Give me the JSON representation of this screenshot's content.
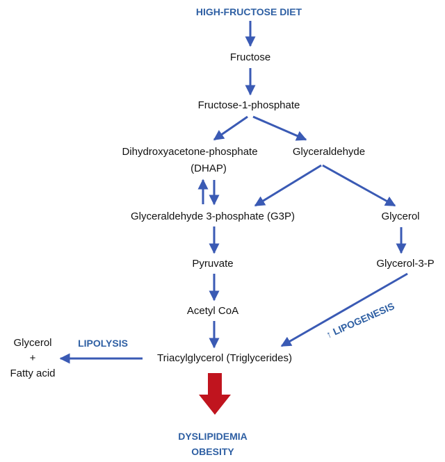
{
  "colors": {
    "arrow": "#3a5ab4",
    "label_blue": "#2e5fa3",
    "big_arrow": "#c0141e",
    "text": "#111111"
  },
  "diagram": {
    "title": "HIGH-FRUCTOSE DIET",
    "nodes": {
      "fructose": "Fructose",
      "f1p": "Fructose-1-phosphate",
      "dhap_line1": "Dihydroxyacetone-phosphate",
      "dhap_line2": "(DHAP)",
      "glyceraldehyde": "Glyceraldehyde",
      "g3p": "Glyceraldehyde 3-phosphate (G3P)",
      "glycerol": "Glycerol",
      "pyruvate": "Pyruvate",
      "glycerol3p": "Glycerol-3-P",
      "acetyl_coa": "Acetyl CoA",
      "tag": "Triacylglycerol (Triglycerides)",
      "lipolysis_glycerol": "Glycerol",
      "lipolysis_plus": "+",
      "lipolysis_fatty": "Fatty acid"
    },
    "labels": {
      "lipolysis": "LIPOLYSIS",
      "lipogenesis": "↑ LIPOGENESIS"
    },
    "outcome": {
      "line1": "DYSLIPIDEMIA",
      "line2": "OBESITY"
    }
  }
}
